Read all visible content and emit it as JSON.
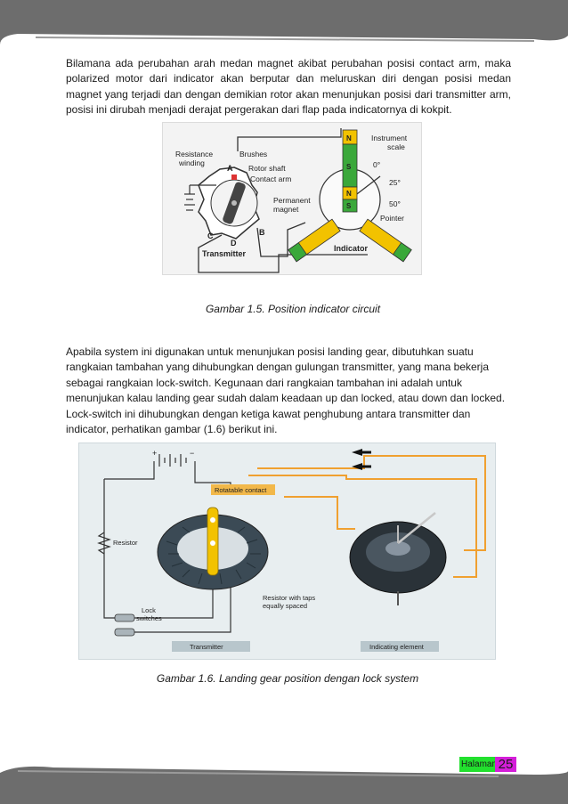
{
  "paragraphs": {
    "p1": "Bilamana ada perubahan arah medan magnet akibat perubahan posisi contact arm, maka polarized motor dari indicator akan berputar dan meluruskan diri dengan posisi medan magnet yang terjadi dan dengan demikian rotor akan menunjukan posisi dari transmitter arm, posisi ini dirubah menjadi derajat pergerakan dari flap pada indicatornya di kokpit.",
    "p2": "Apabila system ini digunakan untuk menunjukan posisi landing gear, dibutuhkan suatu rangkaian tambahan yang dihubungkan dengan gulungan transmitter, yang mana bekerja sebagai rangkaian lock-switch. Kegunaan dari rangkaian tambahan ini adalah untuk menunjukan kalau landing gear sudah dalam keadaan up dan locked, atau down dan locked. Lock-switch ini dihubungkan dengan ketiga kawat penghubung antara transmitter dan indicator, perhatikan gambar (1.6) berikut ini."
  },
  "figure1": {
    "caption": "Gambar 1.5. Position indicator circuit",
    "labels": {
      "resistance_winding_1": "Resistance",
      "resistance_winding_2": "winding",
      "brushes": "Brushes",
      "rotor_shaft": "Rotor shaft",
      "contact_arm": "Contact arm",
      "permanent_magnet_1": "Permanent",
      "permanent_magnet_2": "magnet",
      "instrument_scale_1": "Instrument",
      "instrument_scale_2": "scale",
      "deg0": "0°",
      "deg25": "25°",
      "deg50": "50°",
      "pointer": "Pointer",
      "a": "A",
      "b": "B",
      "c": "C",
      "d": "D",
      "transmitter": "Transmitter",
      "indicator": "Indicator",
      "n1": "N",
      "s1": "S",
      "n2": "N",
      "s2": "S"
    }
  },
  "figure2": {
    "caption": "Gambar 1.6. Landing gear position dengan lock system",
    "labels": {
      "plus": "+",
      "minus": "−",
      "rotatable_contact": "Rotatable contact",
      "resistor": "Resistor",
      "resistor_taps_1": "Resistor with taps",
      "resistor_taps_2": "equally spaced",
      "lock_switches_1": "Lock",
      "lock_switches_2": "switches",
      "transmitter": "Transmitter",
      "indicating_element": "Indicating element"
    }
  },
  "footer": {
    "page_label": "Halaman",
    "page_number": "25"
  },
  "colors": {
    "band": "#6d6d6d",
    "green_label": "#22e02e",
    "magenta_label": "#d41ed9",
    "wire_orange": "#f0a030",
    "magnet_yellow": "#f2c200",
    "magnet_green": "#3aa83a"
  }
}
